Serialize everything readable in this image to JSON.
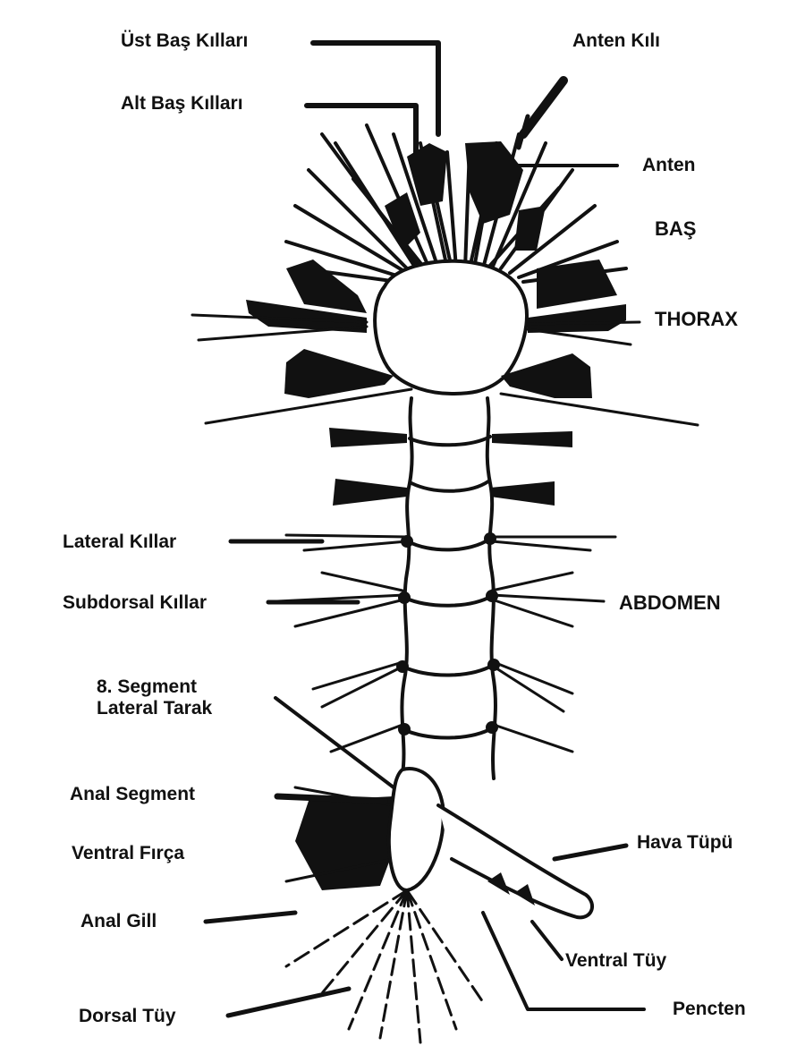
{
  "diagram": {
    "labels": {
      "ust_bas_killari": "Üst Baş Kılları",
      "anten_kili": "Anten Kılı",
      "alt_bas_killari": "Alt Baş Kılları",
      "anten": "Anten",
      "bas": "BAŞ",
      "thorax": "THORAX",
      "lateral_killar": "Lateral Kıllar",
      "subdorsal_killar": "Subdorsal Kıllar",
      "abdomen": "ABDOMEN",
      "segment8_line1": "8. Segment",
      "segment8_line2": "Lateral Tarak",
      "anal_segment": "Anal Segment",
      "ventral_firca": "Ventral Fırça",
      "hava_tupu": "Hava Tüpü",
      "anal_gill": "Anal Gill",
      "ventral_tuy": "Ventral Tüy",
      "dorsal_tuy": "Dorsal Tüy",
      "pencten": "Pencten"
    },
    "colors": {
      "ink": "#111111",
      "paper": "#ffffff"
    }
  }
}
